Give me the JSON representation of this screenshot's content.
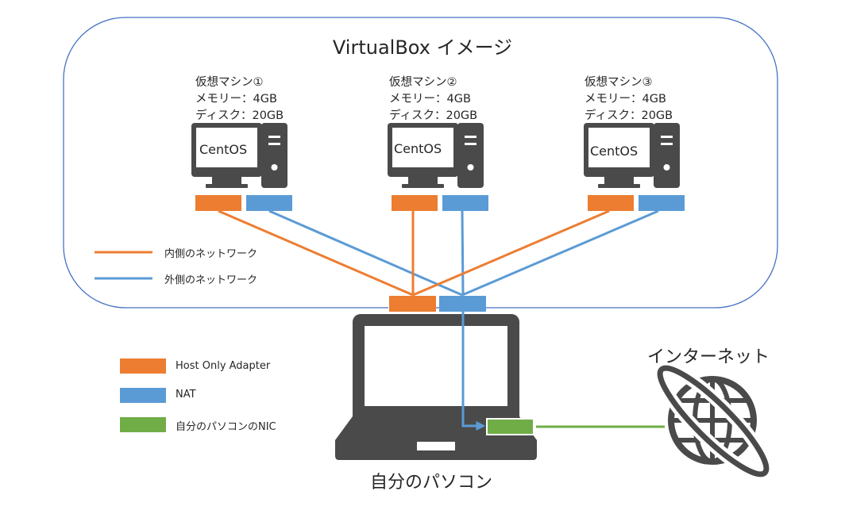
{
  "title": "VirtualBox イメージ",
  "colors": {
    "host_only": "#ED7D31",
    "nat": "#5B9BD5",
    "nic": "#70AD47",
    "device": "#4A4A4A",
    "frame": "#4472C4"
  },
  "vms": [
    {
      "name": "仮想マシン①",
      "memory": "メモリー：4GB",
      "disk": "ディスク：20GB",
      "os": "CentOS"
    },
    {
      "name": "仮想マシン②",
      "memory": "メモリー：4GB",
      "disk": "ディスク：20GB",
      "os": "CentOS"
    },
    {
      "name": "仮想マシン③",
      "memory": "メモリー：4GB",
      "disk": "ディスク：20GB",
      "os": "CentOS"
    }
  ],
  "line_legend": [
    {
      "label": "内側のネットワーク",
      "color_key": "host_only"
    },
    {
      "label": "外側のネットワーク",
      "color_key": "nat"
    }
  ],
  "adapter_legend": [
    {
      "label": "Host Only Adapter",
      "color_key": "host_only"
    },
    {
      "label": "NAT",
      "color_key": "nat"
    },
    {
      "label": "自分のパソコンのNIC",
      "color_key": "nic"
    }
  ],
  "host_label": "自分のパソコン",
  "internet_label": "インターネット",
  "icons": {
    "vm": "desktop-computer-icon",
    "host": "laptop-icon",
    "internet": "globe-icon"
  }
}
